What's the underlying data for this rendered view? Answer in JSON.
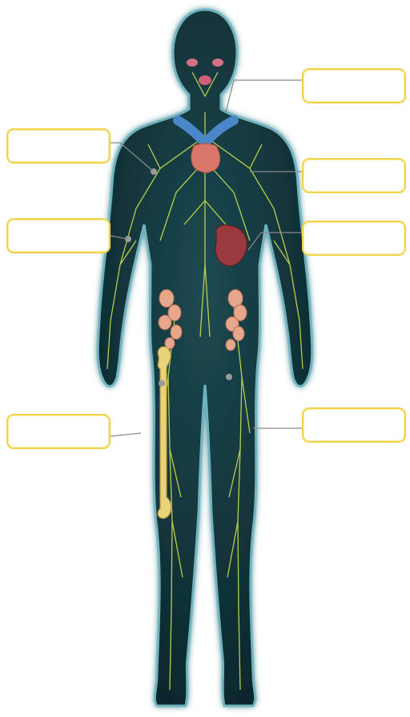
{
  "diagram": {
    "label_boxes": [
      {
        "id": "box-left-1",
        "text": ""
      },
      {
        "id": "box-left-2",
        "text": ""
      },
      {
        "id": "box-left-3",
        "text": ""
      },
      {
        "id": "box-right-1",
        "text": ""
      },
      {
        "id": "box-right-2",
        "text": ""
      },
      {
        "id": "box-right-3",
        "text": ""
      },
      {
        "id": "box-right-4",
        "text": ""
      }
    ],
    "colors": {
      "body_fill": "#0e2f36",
      "body_glow": "#5fa8b3",
      "lymph_vessels": "#c9e04a",
      "box_border": "#f2d24a",
      "leader_line": "#8a8a8a",
      "thymus": "#d8776a",
      "spleen": "#9b3a3e",
      "lymph_nodes": "#e7a78a",
      "bone": "#e9d27a",
      "subclavian_vein": "#4a86c8"
    }
  }
}
